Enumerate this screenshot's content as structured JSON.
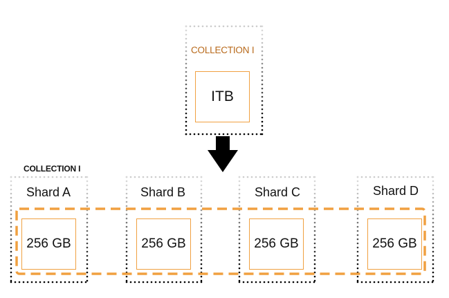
{
  "source": {
    "collection_label": "COLLECTION I",
    "size_label": "ITB"
  },
  "arrow": {
    "icon": "down-arrow-icon",
    "direction": "down"
  },
  "target": {
    "collection_label": "COLLECTION I",
    "shards": [
      {
        "name": "Shard A",
        "size": "256 GB"
      },
      {
        "name": "Shard B",
        "size": "256 GB"
      },
      {
        "name": "Shard C",
        "size": "256 GB"
      },
      {
        "name": "Shard D",
        "size": "256 GB"
      }
    ]
  },
  "colors": {
    "accent_orange": "#f0a040",
    "label_orange": "#b8691a",
    "dot_dark": "#000000",
    "dot_light": "#d0d0d0"
  }
}
